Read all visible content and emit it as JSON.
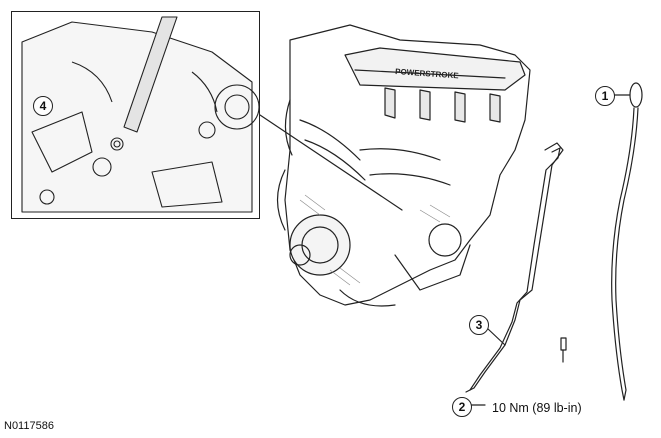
{
  "figure_id": "N0117586",
  "callouts": {
    "c1": "1",
    "c2": "2",
    "c3": "3",
    "c4": "4"
  },
  "torque_spec": "10 Nm (89 lb-in)",
  "engine_label": "POWERSTROKE",
  "colors": {
    "line": "#222222",
    "background": "#ffffff"
  }
}
